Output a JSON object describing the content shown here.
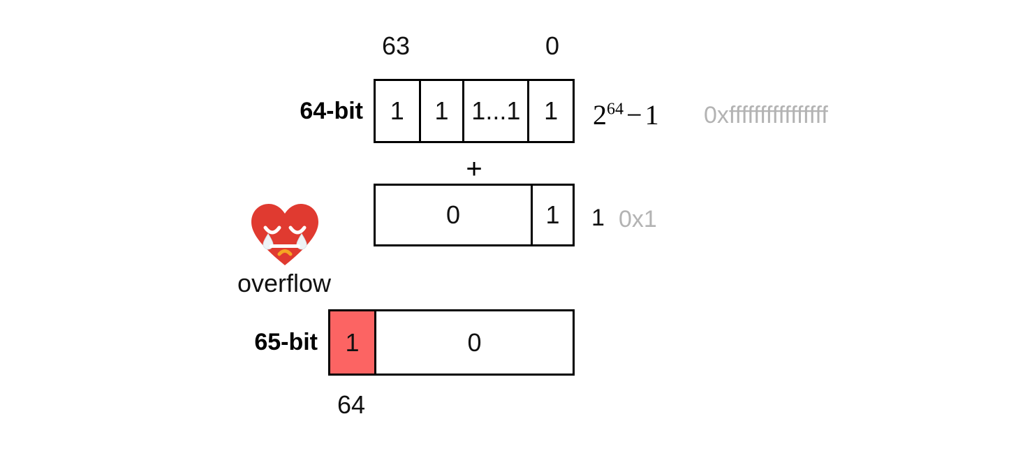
{
  "figure": {
    "title": "64-bit unsigned integer overflow diagram",
    "colors": {
      "cell_fill_red": "#fc6463",
      "heart_red": "#e03a30",
      "heart_tear": "#e8eef2",
      "heart_mouth": "#f5a623",
      "hex_gray": "#b3b3b3",
      "outline_black": "#000000",
      "background": "#ffffff"
    }
  },
  "top_indices": {
    "msb": "63",
    "lsb": "0"
  },
  "rows": [
    {
      "label": "64-bit",
      "cells": [
        {
          "text": "1",
          "filled": false
        },
        {
          "text": "1",
          "filled": false
        },
        {
          "text": "1...1",
          "filled": false
        },
        {
          "text": "1",
          "filled": false
        }
      ],
      "value_expr": {
        "base": "2",
        "exponent": "64",
        "operator": "−",
        "operand": "1"
      },
      "hex": "0xffffffffffffffff"
    },
    {
      "label": "",
      "cells": [
        {
          "text": "0",
          "filled": false
        },
        {
          "text": "1",
          "filled": false
        }
      ],
      "decimal": "1",
      "hex": "0x1"
    },
    {
      "label": "65-bit",
      "cells": [
        {
          "text": "1",
          "filled": true
        },
        {
          "text": "0",
          "filled": false
        }
      ]
    }
  ],
  "operator": {
    "symbol": "+"
  },
  "annotation": {
    "caption": "overflow",
    "icon": "crying-heart-emoji"
  },
  "bottom_index": {
    "carry_bit": "64"
  }
}
